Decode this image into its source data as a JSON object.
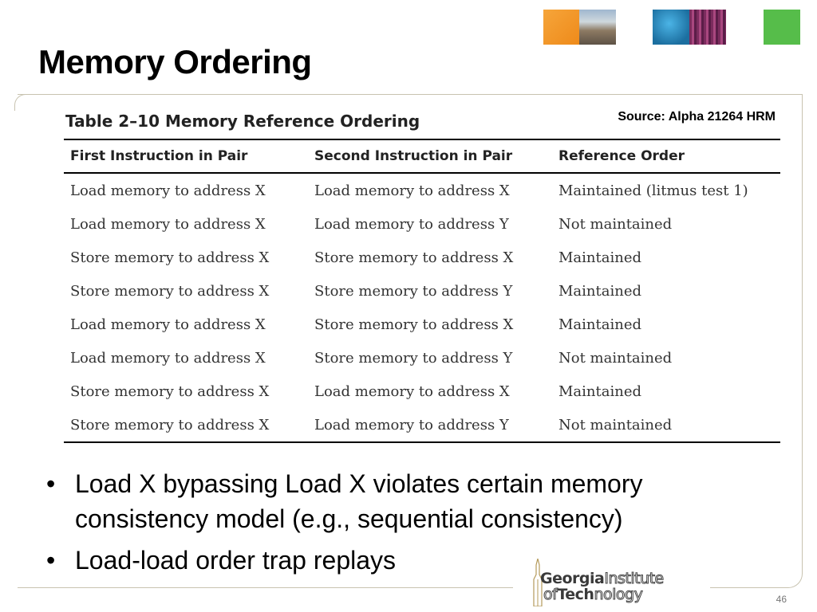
{
  "slide": {
    "title": "Memory Ordering",
    "page_number": "46"
  },
  "source": "Source: Alpha 21264 HRM",
  "table": {
    "caption": "Table 2–10  Memory Reference Ordering",
    "headers": [
      "First Instruction in Pair",
      "Second Instruction in Pair",
      "Reference Order"
    ],
    "rows": [
      [
        "Load memory to address X",
        "Load memory to address X",
        "Maintained (litmus test 1)"
      ],
      [
        "Load memory to address X",
        "Load memory to address Y",
        "Not maintained"
      ],
      [
        "Store memory to address X",
        "Store memory to address X",
        "Maintained"
      ],
      [
        "Store memory to address X",
        "Store memory to address Y",
        "Maintained"
      ],
      [
        "Load memory to address X",
        "Store memory to address X",
        "Maintained"
      ],
      [
        "Load memory to address X",
        "Store memory to address Y",
        "Not maintained"
      ],
      [
        "Store memory to address X",
        "Load memory to address X",
        "Maintained"
      ],
      [
        "Store memory to address X",
        "Load memory to address Y",
        "Not maintained"
      ]
    ]
  },
  "bullets": [
    "Load X bypassing Load X violates certain memory consistency model (e.g., sequential consistency)",
    "Load-load order trap replays"
  ],
  "bullet_char": "•",
  "logo": {
    "line1_bold": "Georgia",
    "line1_outline": "Institute",
    "line2_outline_a": "of",
    "line2_bold": "Tech",
    "line2_outline_b": "nology"
  },
  "colors": {
    "orange_tile": "#f29a2e",
    "blue_tile": "#2a8fc4",
    "green_tile": "#56bd4a",
    "frame_line": "#c8c3b0"
  }
}
